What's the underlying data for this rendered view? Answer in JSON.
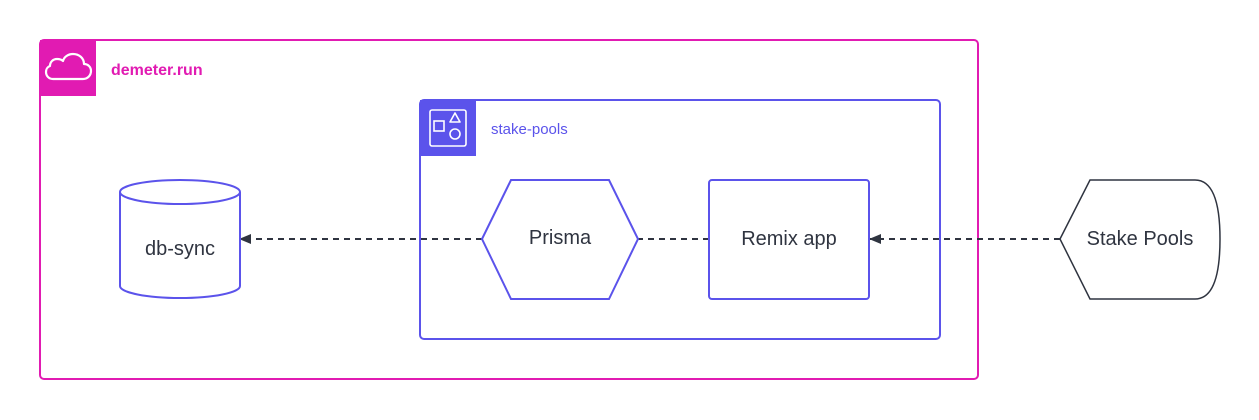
{
  "diagram": {
    "outer_group": {
      "label": "demeter.run",
      "icon": "cloud-icon"
    },
    "inner_group": {
      "label": "stake-pools",
      "icon": "shapes-icon"
    },
    "nodes": {
      "db_sync": {
        "label": "db-sync",
        "shape": "cylinder"
      },
      "prisma": {
        "label": "Prisma",
        "shape": "hexagon"
      },
      "remix_app": {
        "label": "Remix app",
        "shape": "rectangle"
      },
      "stake_pools": {
        "label": "Stake Pools",
        "shape": "display"
      }
    },
    "edges": [
      {
        "from": "Prisma",
        "to": "db-sync",
        "style": "dashed",
        "arrow": "end"
      },
      {
        "from": "Remix app",
        "to": "Prisma",
        "style": "dashed",
        "arrow": "none"
      },
      {
        "from": "Stake Pools",
        "to": "Remix app",
        "style": "dashed",
        "arrow": "end"
      }
    ],
    "colors": {
      "outer": "#e11bb2",
      "inner": "#5b53eb",
      "node_stroke": "#5b53eb",
      "external_stroke": "#2f3440",
      "edge": "#2f3440",
      "text": "#2f3440"
    }
  }
}
